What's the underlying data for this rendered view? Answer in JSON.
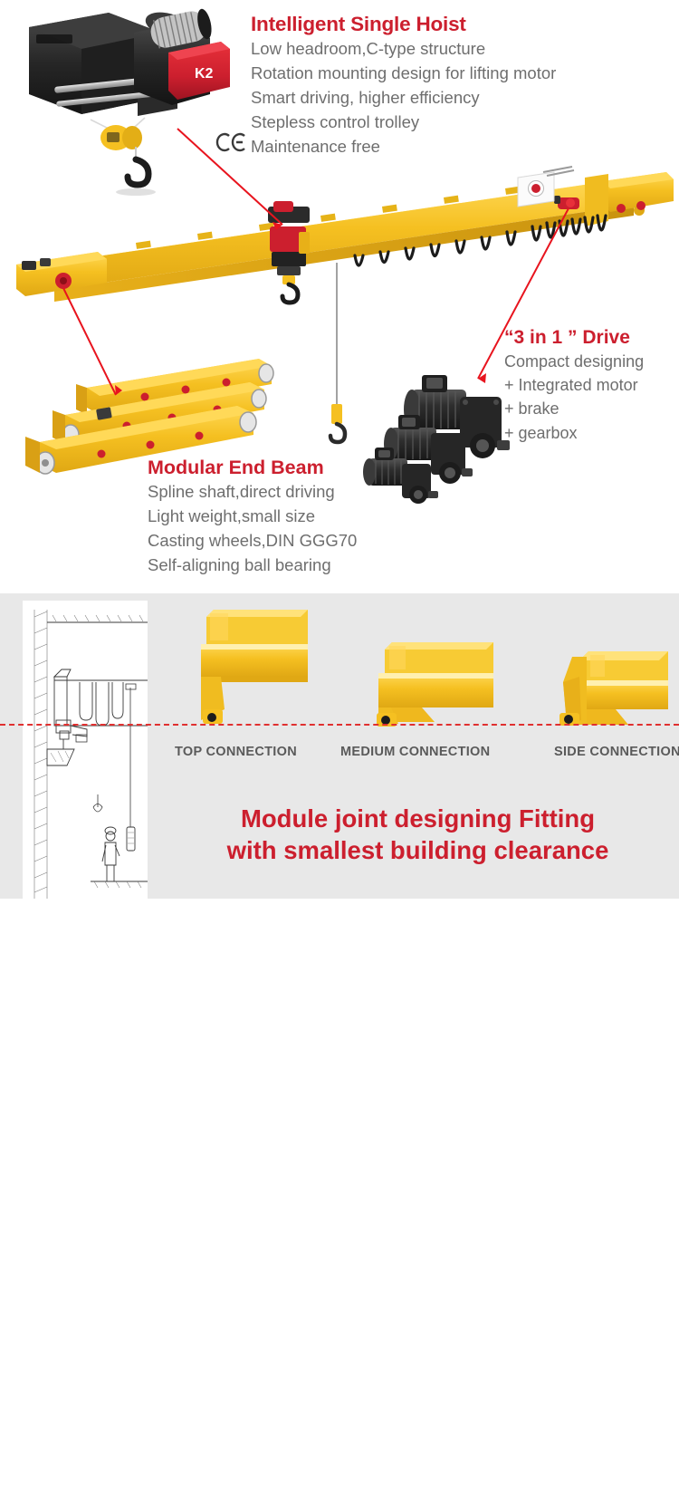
{
  "colors": {
    "brand_red": "#cc1f2e",
    "crane_yellow": "#f5c021",
    "yellow_light": "#ffd84d",
    "yellow_dark": "#d9a015",
    "body_text_gray": "#6e6e6e",
    "label_gray": "#5a5a5a",
    "panel_gray": "#e8e8e8",
    "leader_red": "#e8141e",
    "datum_red": "#e03030",
    "machine_black": "#2b2b2b"
  },
  "top_section": {
    "hoist_block": {
      "heading": "Intelligent Single Hoist",
      "lines": [
        "Low headroom,C-type structure",
        "Rotation mounting design for lifting motor",
        "Smart driving, higher efficiency",
        "Stepless control trolley",
        "Maintenance free"
      ]
    },
    "drive_block": {
      "heading": "“3 in 1 ” Drive",
      "lines": [
        "Compact designing",
        "+ Integrated motor",
        "+ brake",
        "+ gearbox"
      ]
    },
    "end_beam_block": {
      "heading": "Modular End Beam",
      "lines": [
        "Spline shaft,direct driving",
        "Light weight,small size",
        "Casting wheels,DIN GGG70",
        "Self-aligning ball bearing"
      ]
    },
    "hoist_photo": {
      "brand_label": "K2"
    },
    "ce_mark": "CE"
  },
  "bottom_section": {
    "connection_labels": [
      "TOP CONNECTION",
      "MEDIUM CONNECTION",
      "SIDE CONNECTION"
    ],
    "headline_line1": "Module joint designing Fitting",
    "headline_line2": "with smallest building clearance"
  }
}
